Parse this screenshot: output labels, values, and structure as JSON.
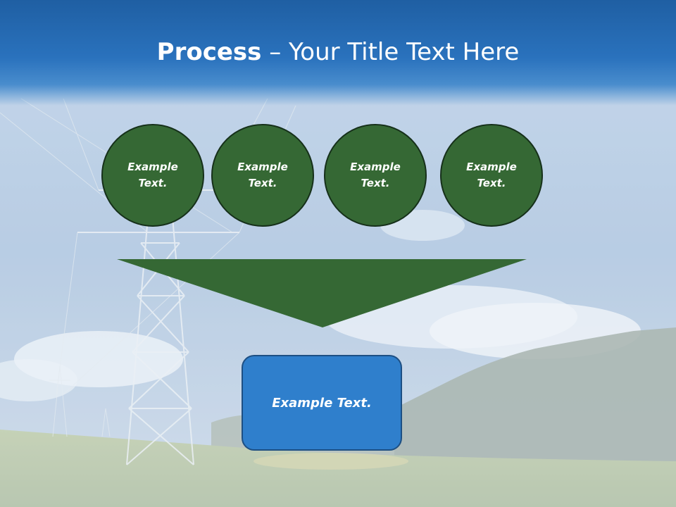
{
  "slide": {
    "title_bold": "Process",
    "title_dash": " – ",
    "title_rest": "Your Title Text Here"
  },
  "circles": [
    {
      "label": "Example Text."
    },
    {
      "label": "Example Text."
    },
    {
      "label": "Example Text."
    },
    {
      "label": "Example Text."
    }
  ],
  "result_box": {
    "label": "Example Text."
  },
  "colors": {
    "header_blue": "#2a72bd",
    "circle_green": "#356834",
    "box_blue": "#2f7fcc",
    "text": "#ffffff"
  }
}
